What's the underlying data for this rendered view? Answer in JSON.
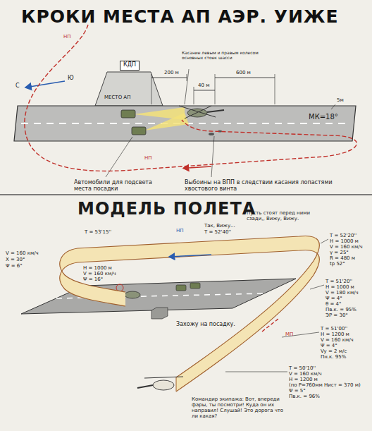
{
  "diagram": {
    "title": "КРОКИ МЕСТА АП АЭР. УИЖЕ",
    "nodes": [
      {
        "text": [
          "КДП"
        ]
      }
    ],
    "labels": [
      "200 м",
      "40 м",
      "600 м",
      "Касание левым и правым колесом основных стоек шасси",
      "МЕСТО АП",
      "5м",
      "МК=18°",
      "НП",
      "С",
      "Ю",
      "НП",
      "Автомобили для подсвета места посадки",
      "Выбоины на ВПП в следствии касания лопастями хвостового винта",
      "МОДЕЛЬ ПОЛЕТА",
      "T = 53'15''",
      "V = 160 км/ч",
      "X = 30°",
      "Ψ = 6°",
      "H = 1000 м",
      "V = 160 км/ч",
      "Ψ = 16°",
      "НП",
      "Так, Вижу...",
      "T = 52'40''",
      "Пусть стоят перед ними сзади,, Вижу, Вижу.",
      "T = 52'20''",
      "H = 1000 м",
      "V = 160 км/ч",
      "γ = 25°",
      "R = 480 м",
      "tр 52°",
      "T = 51'20''",
      "H = 1000 м",
      "V = 180 км/ч",
      "Ψ = 4°",
      "θ = 4°",
      "Пв.к. = 95%",
      "ЭР = 30°",
      "Захожу на посадку.",
      "МП",
      "T = 51'00''",
      "H = 1200 м",
      "V = 160 км/ч",
      "Ψ = 4°",
      "Vy = 2 м/с",
      "Пн.к. 95%",
      "T = 50'10''",
      "V = 160 км/ч",
      "H = 1200 м",
      "(по Р=760мм Нист = 370 м)",
      "Ψ = 5°",
      "Пв.к. = 96%",
      "Командир экипажа: Вот, впереди фары, ты посмотри! Куда он их направил! Слушай! Это дорога что ли какая?"
    ]
  }
}
